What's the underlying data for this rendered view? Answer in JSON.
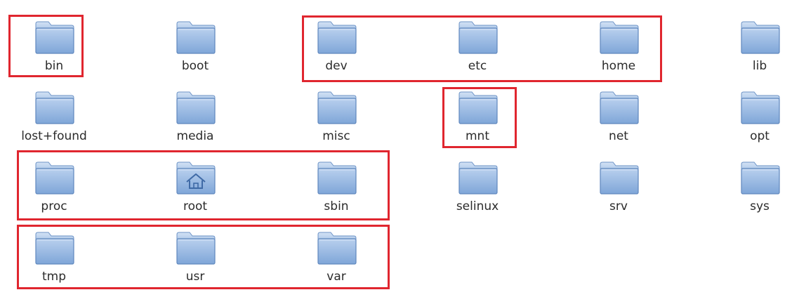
{
  "folders": [
    {
      "label": "bin",
      "icon": "folder-icon"
    },
    {
      "label": "boot",
      "icon": "folder-icon"
    },
    {
      "label": "dev",
      "icon": "folder-icon"
    },
    {
      "label": "etc",
      "icon": "folder-icon"
    },
    {
      "label": "home",
      "icon": "folder-icon"
    },
    {
      "label": "lib",
      "icon": "folder-icon"
    },
    {
      "label": "lost+found",
      "icon": "folder-icon"
    },
    {
      "label": "media",
      "icon": "folder-icon"
    },
    {
      "label": "misc",
      "icon": "folder-icon"
    },
    {
      "label": "mnt",
      "icon": "folder-icon"
    },
    {
      "label": "net",
      "icon": "folder-icon"
    },
    {
      "label": "opt",
      "icon": "folder-icon"
    },
    {
      "label": "proc",
      "icon": "folder-icon"
    },
    {
      "label": "root",
      "icon": "home-folder-icon"
    },
    {
      "label": "sbin",
      "icon": "folder-icon"
    },
    {
      "label": "selinux",
      "icon": "folder-icon"
    },
    {
      "label": "srv",
      "icon": "folder-icon"
    },
    {
      "label": "sys",
      "icon": "folder-icon"
    },
    {
      "label": "tmp",
      "icon": "folder-icon"
    },
    {
      "label": "usr",
      "icon": "folder-icon"
    },
    {
      "label": "var",
      "icon": "folder-icon"
    }
  ],
  "colors": {
    "folder_light": "#bcd3ef",
    "folder_mid": "#8fb3e0",
    "folder_dark": "#5f87bd",
    "highlight": "#e0262f",
    "label": "#2b2b2b"
  }
}
